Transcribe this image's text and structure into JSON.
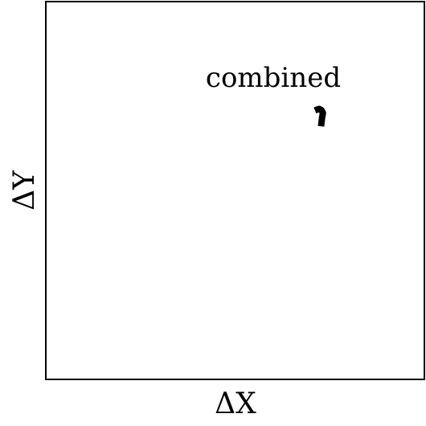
{
  "chart_data": {
    "type": "line",
    "title": "",
    "xlabel": "ΔX",
    "ylabel": "ΔY",
    "annotations": [
      "combined"
    ],
    "grid": false,
    "legend": "none",
    "ticks": "none",
    "series": [
      {
        "color": "#000000",
        "x": [
          0.711,
          0.716,
          0.722,
          0.728,
          0.732,
          0.73,
          0.727
        ],
        "y": [
          0.712,
          0.714,
          0.716,
          0.713,
          0.705,
          0.694,
          0.67
        ]
      }
    ]
  }
}
